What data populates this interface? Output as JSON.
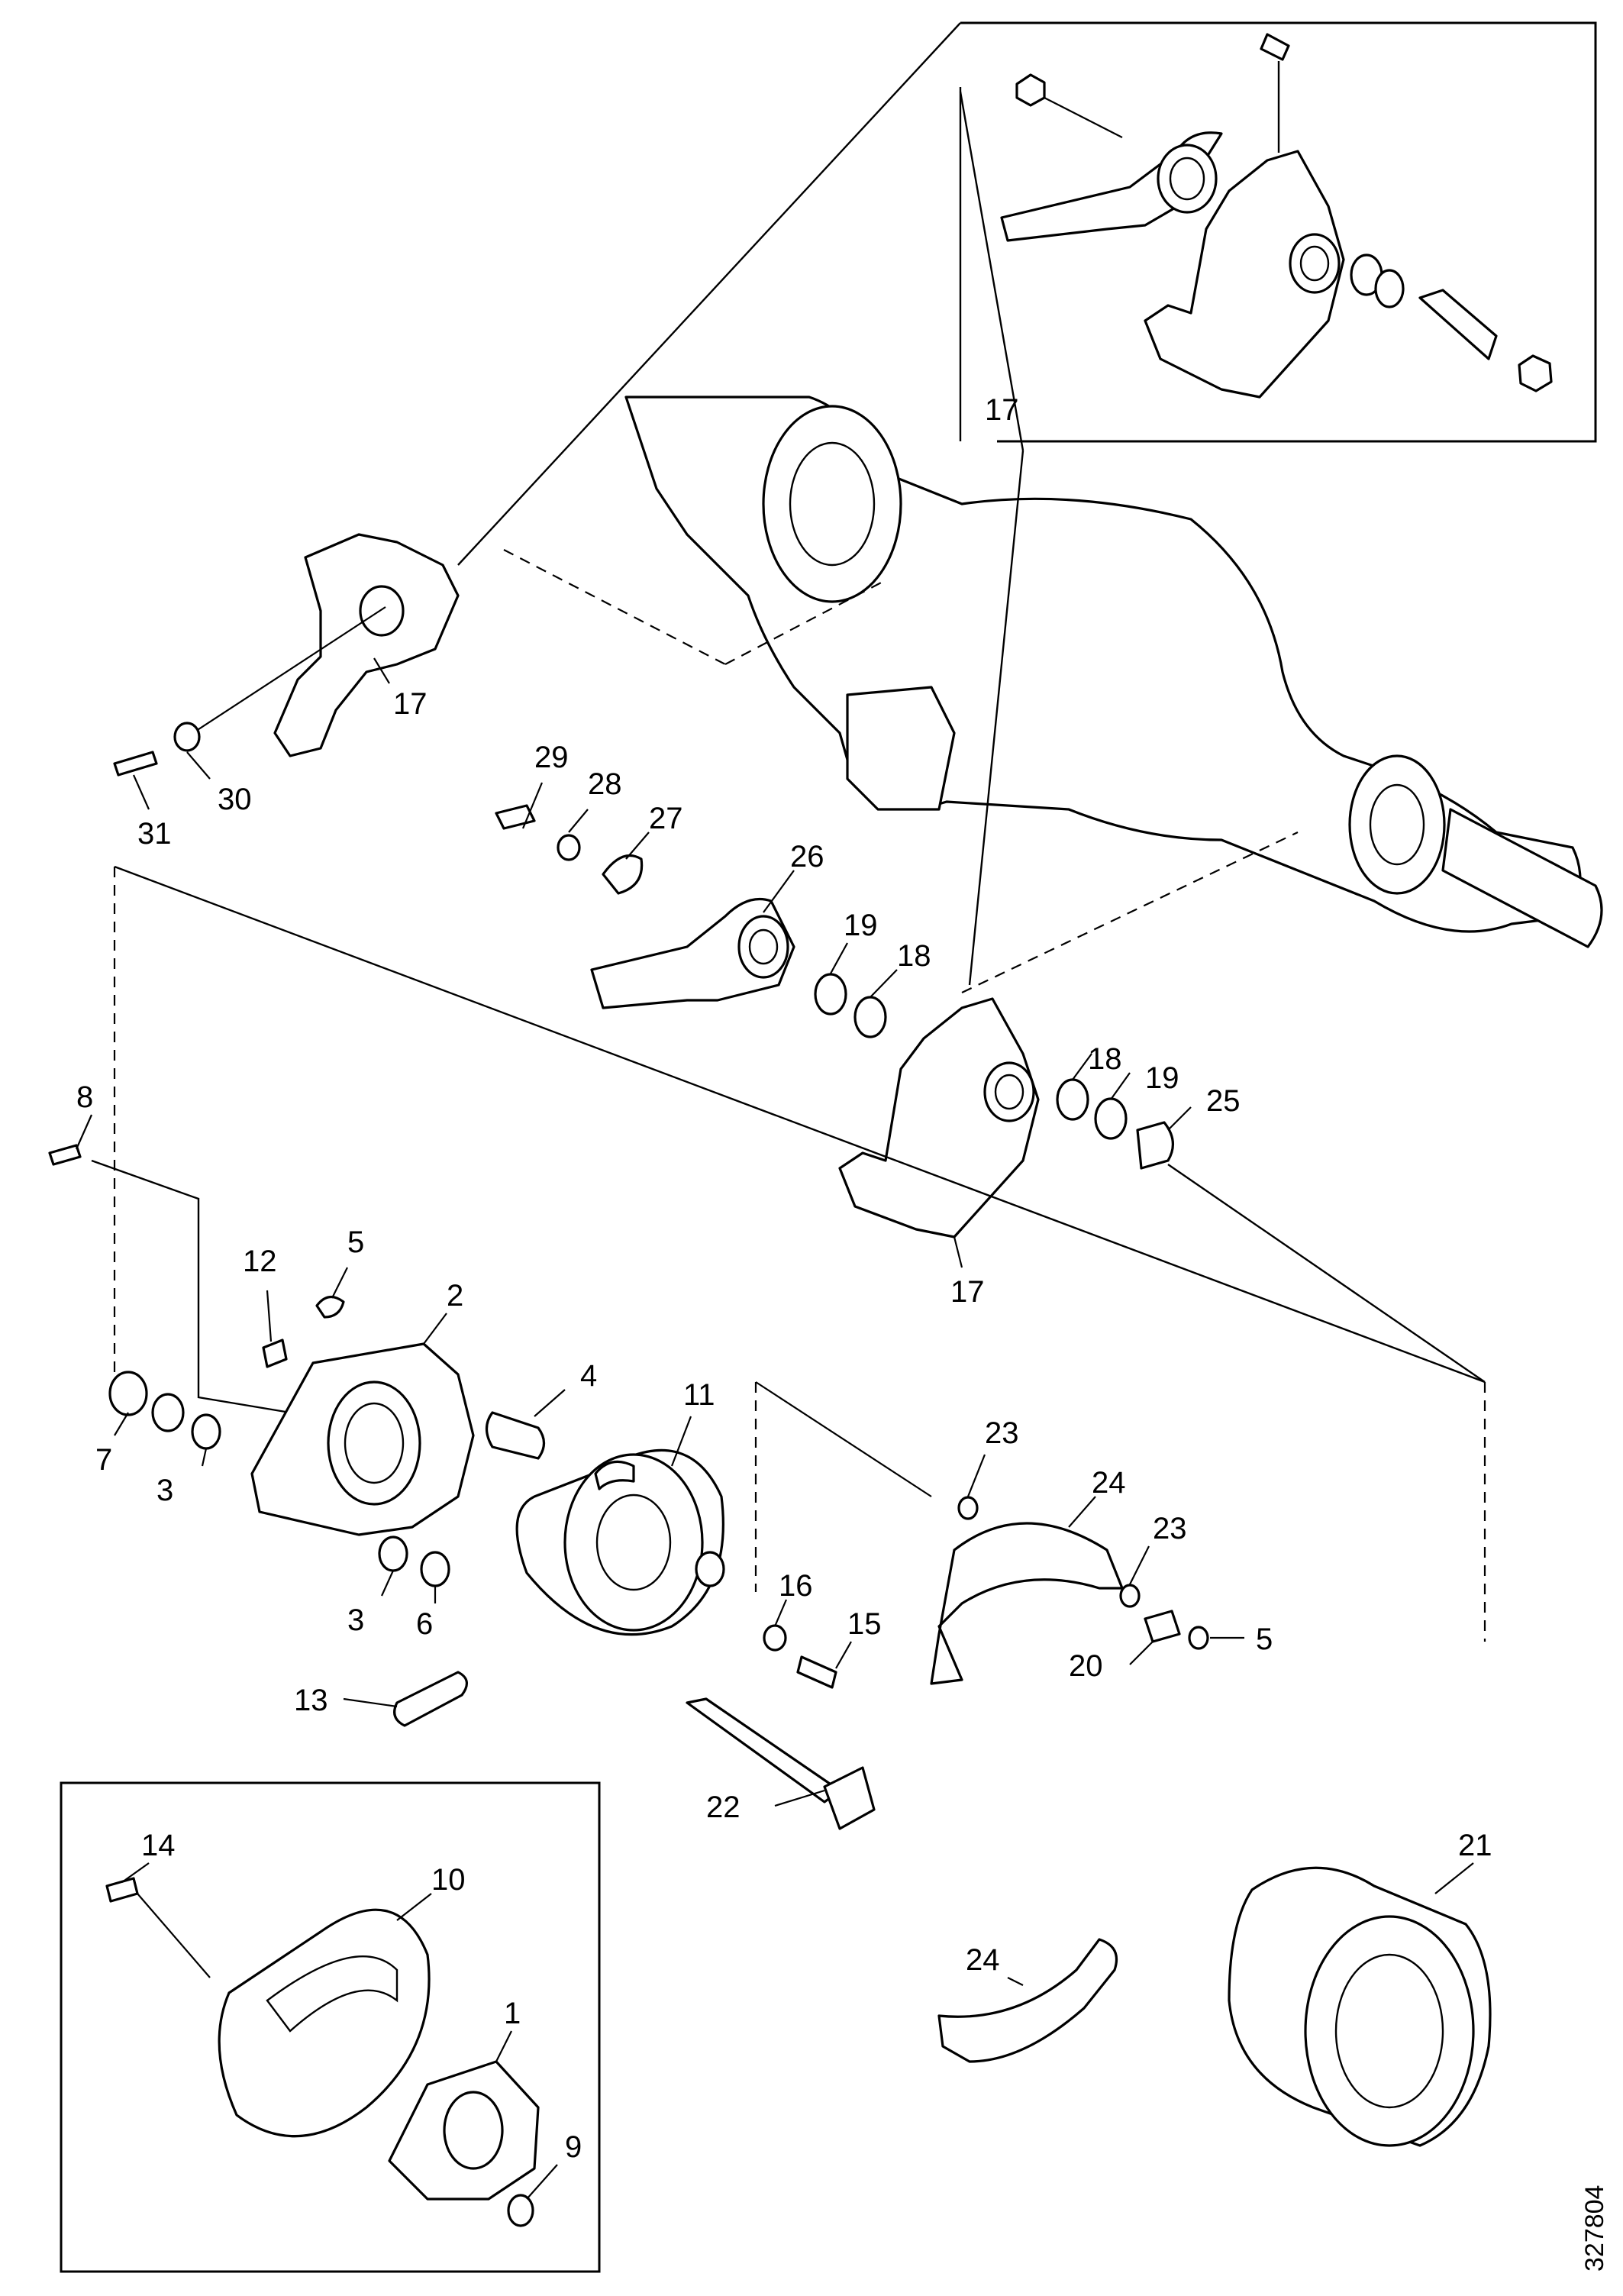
{
  "figure_number": "327804",
  "labels": [
    "17",
    "17",
    "17",
    "31",
    "30",
    "29",
    "28",
    "27",
    "26",
    "19",
    "18",
    "18",
    "19",
    "25",
    "8",
    "12",
    "5",
    "2",
    "4",
    "11",
    "7",
    "3",
    "3",
    "6",
    "16",
    "15",
    "13",
    "22",
    "23",
    "24",
    "23",
    "5",
    "20",
    "21",
    "24",
    "14",
    "10",
    "1",
    "9"
  ]
}
